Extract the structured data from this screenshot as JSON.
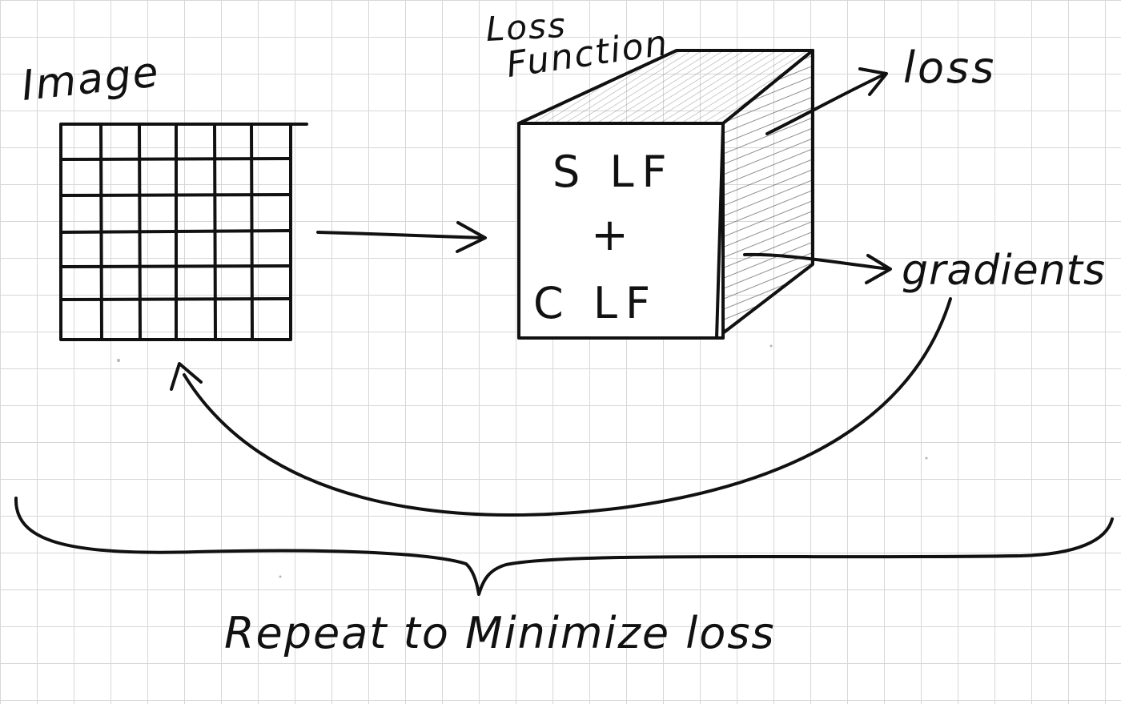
{
  "image_label": "Image",
  "loss_function": {
    "line1": "Loss",
    "line2": "Function"
  },
  "cube_text": {
    "top": "S LF",
    "middle": "+",
    "bottom": "C LF"
  },
  "outputs": {
    "loss": "loss",
    "gradients": "gradients"
  },
  "bottom_caption": "Repeat to Minimize  loss",
  "colors": {
    "ink": "#111111",
    "grid": "#d7d7d7",
    "paper": "#ffffff"
  },
  "icons": {
    "forward_arrow": "arrow-right",
    "feedback_arrow": "curved-arrow",
    "brace": "curly-brace"
  }
}
